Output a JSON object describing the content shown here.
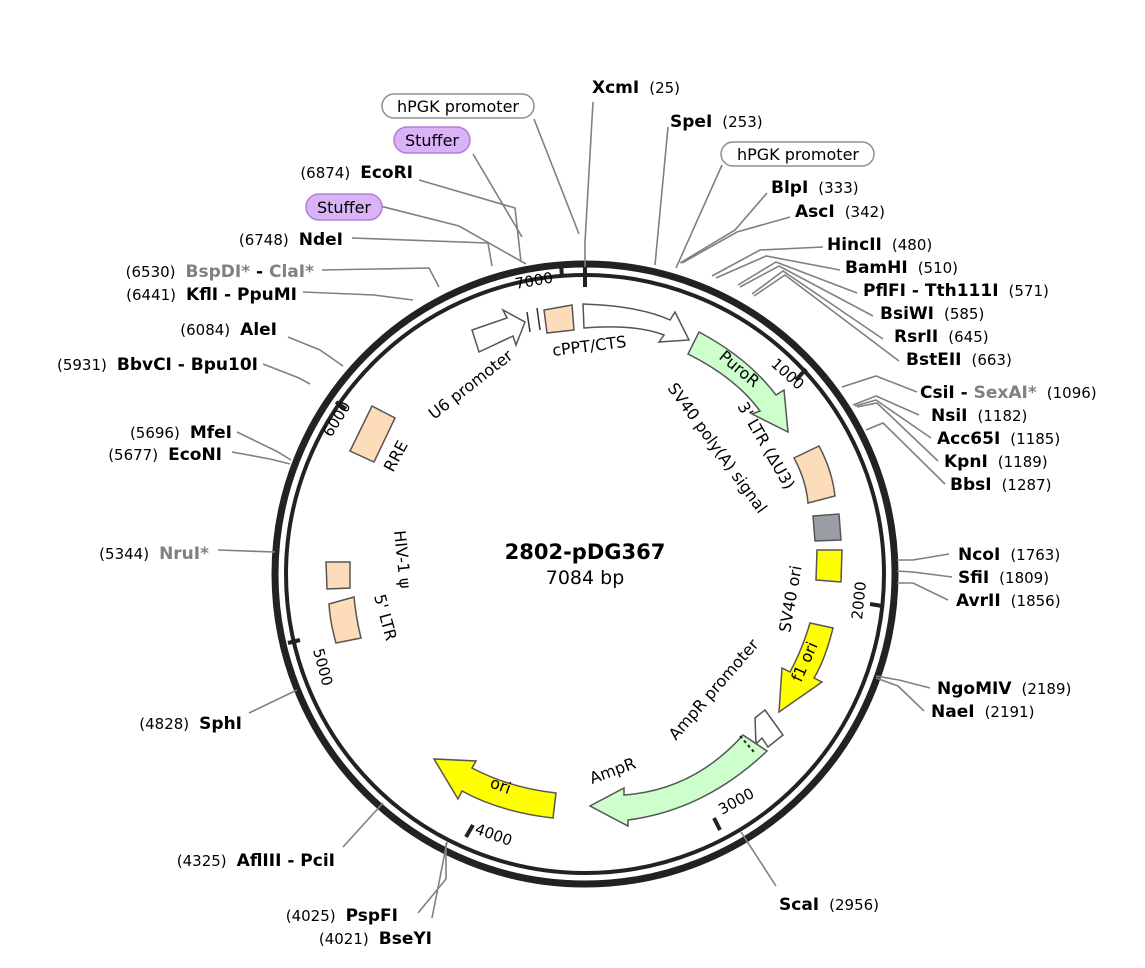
{
  "map": {
    "name": "2802-pDG367",
    "size_label": "7084 bp",
    "length": 7084
  },
  "colors": {
    "backbone": "#222222",
    "leader": "#808080",
    "yellow": "#ffff00",
    "light_green": "#ccffcc",
    "peach": "#fddcba",
    "gray_box": "#9a9ea4",
    "white": "#ffffff",
    "purple_pill": "#d9b3f5",
    "purple_pill_stroke": "#b07ed6",
    "gray_pill_stroke": "#909090"
  },
  "ticks": [
    {
      "pos": 1000,
      "label": "1000"
    },
    {
      "pos": 2000,
      "label": "2000"
    },
    {
      "pos": 3000,
      "label": "3000"
    },
    {
      "pos": 4000,
      "label": "4000"
    },
    {
      "pos": 5000,
      "label": "5000"
    },
    {
      "pos": 6000,
      "label": "6000"
    },
    {
      "pos": 7000,
      "label": "7000"
    }
  ],
  "sites": [
    {
      "name": "XcmI",
      "pos": "(25)",
      "side": "right"
    },
    {
      "name": "SpeI",
      "pos": "(253)",
      "side": "right"
    },
    {
      "name": "BlpI",
      "pos": "(333)",
      "side": "right"
    },
    {
      "name": "AscI",
      "pos": "(342)",
      "side": "right"
    },
    {
      "name": "HincII",
      "pos": "(480)",
      "side": "right"
    },
    {
      "name": "BamHI",
      "pos": "(510)",
      "side": "right"
    },
    {
      "name": "PflFI - Tth111I",
      "pos": "(571)",
      "side": "right"
    },
    {
      "name": "BsiWI",
      "pos": "(585)",
      "side": "right"
    },
    {
      "name": "RsrII",
      "pos": "(645)",
      "side": "right"
    },
    {
      "name": "BstEII",
      "pos": "(663)",
      "side": "right"
    },
    {
      "name": "CsiI - ",
      "name2": "SexAI*",
      "pos": "(1096)",
      "side": "right"
    },
    {
      "name": "NsiI",
      "pos": "(1182)",
      "side": "right"
    },
    {
      "name": "Acc65I",
      "pos": "(1185)",
      "side": "right"
    },
    {
      "name": "KpnI",
      "pos": "(1189)",
      "side": "right"
    },
    {
      "name": "BbsI",
      "pos": "(1287)",
      "side": "right"
    },
    {
      "name": "NcoI",
      "pos": "(1763)",
      "side": "right"
    },
    {
      "name": "SfiI",
      "pos": "(1809)",
      "side": "right"
    },
    {
      "name": "AvrII",
      "pos": "(1856)",
      "side": "right"
    },
    {
      "name": "NgoMIV",
      "pos": "(2189)",
      "side": "right"
    },
    {
      "name": "NaeI",
      "pos": "(2191)",
      "side": "right"
    },
    {
      "name": "ScaI",
      "pos": "(2956)",
      "side": "right"
    },
    {
      "name": "BseYI",
      "pos": "(4021)",
      "side": "left"
    },
    {
      "name": "PspFI",
      "pos": "(4025)",
      "side": "left"
    },
    {
      "name": "AflIII - PciI",
      "pos": "(4325)",
      "side": "left"
    },
    {
      "name": "SphI",
      "pos": "(4828)",
      "side": "left"
    },
    {
      "name": "NruI*",
      "pos": "(5344)",
      "side": "left",
      "gray": true
    },
    {
      "name": "EcoNI",
      "pos": "(5677)",
      "side": "left"
    },
    {
      "name": "MfeI",
      "pos": "(5696)",
      "side": "left"
    },
    {
      "name": "BbvCI - Bpu10I",
      "pos": "(5931)",
      "side": "left"
    },
    {
      "name": "AleI",
      "pos": "(6084)",
      "side": "left"
    },
    {
      "name": "KflI - PpuMI",
      "pos": "(6441)",
      "side": "left"
    },
    {
      "name": "BspDI*",
      "name2": " - ",
      "name3": "ClaI*",
      "pos": "(6530)",
      "side": "left",
      "gray": true
    },
    {
      "name": "NdeI",
      "pos": "(6748)",
      "side": "left"
    },
    {
      "name": "EcoRI",
      "pos": "(6874)",
      "side": "left"
    }
  ],
  "pills": [
    {
      "label": "hPGK promoter",
      "style": "gray"
    },
    {
      "label": "Stuffer",
      "style": "purple"
    },
    {
      "label": "hPGK promoter",
      "style": "gray"
    },
    {
      "label": "Stuffer",
      "style": "purple"
    }
  ],
  "features": [
    {
      "label": "U6 promoter",
      "color": "white"
    },
    {
      "label": "cPPT/CTS",
      "color": "white"
    },
    {
      "label": "PuroR",
      "color": "light_green"
    },
    {
      "label": "3' LTR (ΔU3)",
      "color": "peach"
    },
    {
      "label": "SV40 poly(A) signal",
      "color": "gray_box"
    },
    {
      "label": "SV40 ori",
      "color": "yellow"
    },
    {
      "label": "f1 ori",
      "color": "yellow"
    },
    {
      "label": "AmpR promoter",
      "color": "white"
    },
    {
      "label": "AmpR",
      "color": "light_green"
    },
    {
      "label": "ori",
      "color": "yellow"
    },
    {
      "label": "HIV-1 ψ",
      "color": "peach"
    },
    {
      "label": "5' LTR",
      "color": "peach"
    },
    {
      "label": "RRE",
      "color": "peach"
    }
  ]
}
